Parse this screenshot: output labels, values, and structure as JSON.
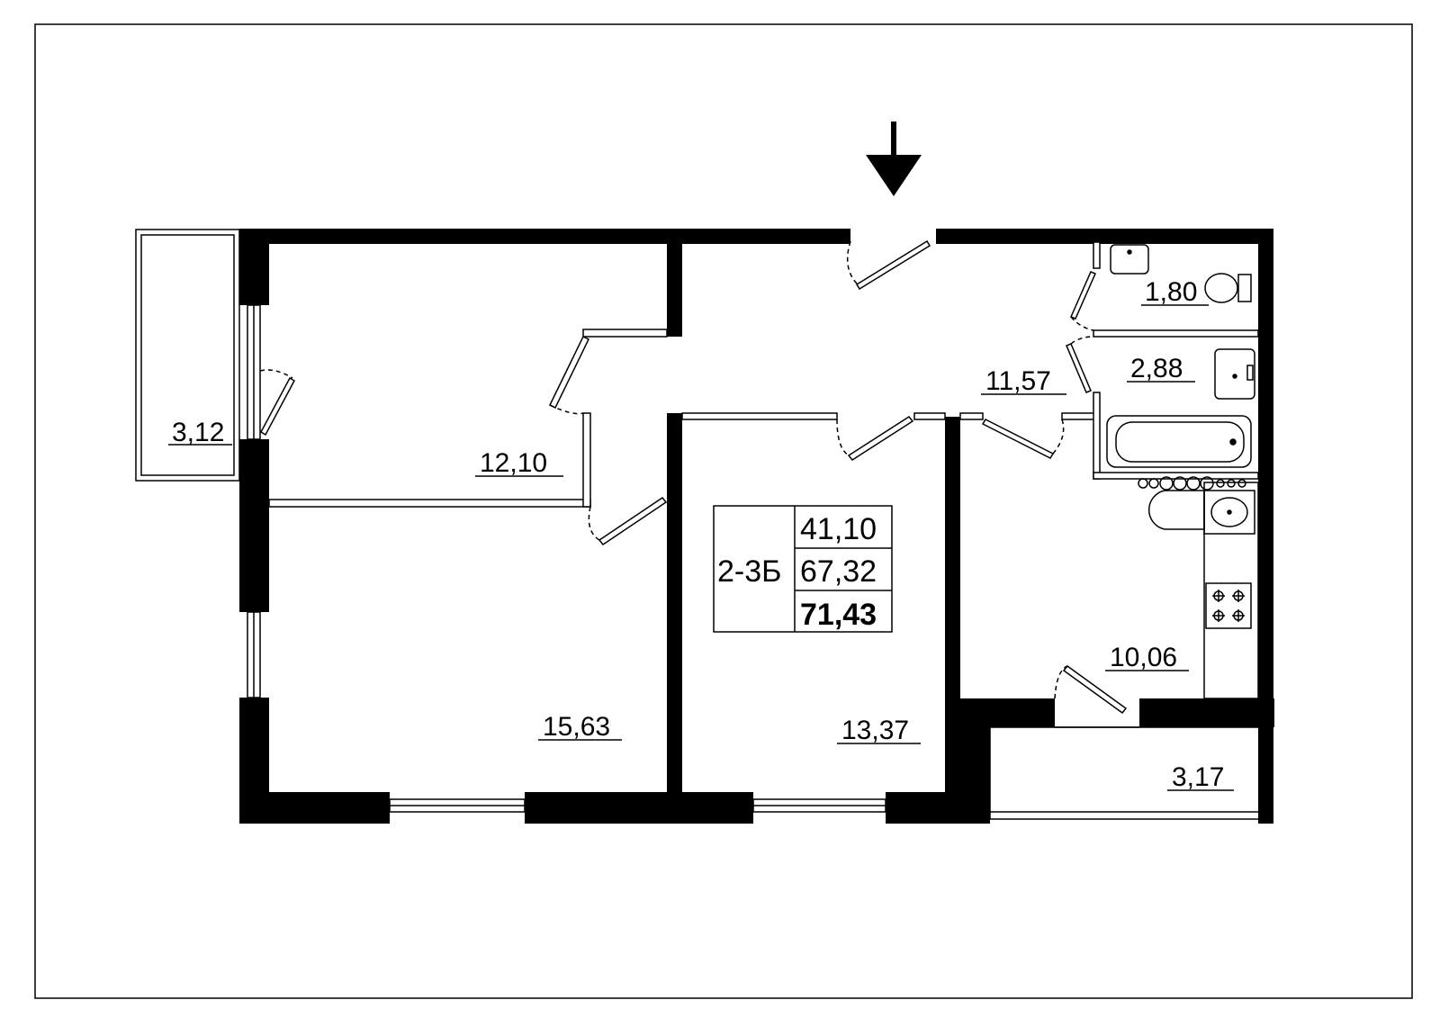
{
  "colors": {
    "wall": "#000000",
    "background": "#ffffff",
    "line": "#000000"
  },
  "icons": {
    "entrance": "entrance-arrow-icon"
  },
  "rooms": {
    "balcony_west": "3,12",
    "bedroom_north": "12,10",
    "hall": "11,57",
    "toilet": "1,80",
    "washroom": "2,88",
    "living_room": "15,63",
    "bedroom_middle": "13,37",
    "kitchen": "10,06",
    "loggia": "3,17"
  },
  "summary": {
    "apartment_code": "2-3Б",
    "living_area": "41,10",
    "total_area": "67,32",
    "total_with_balconies": "71,43"
  }
}
